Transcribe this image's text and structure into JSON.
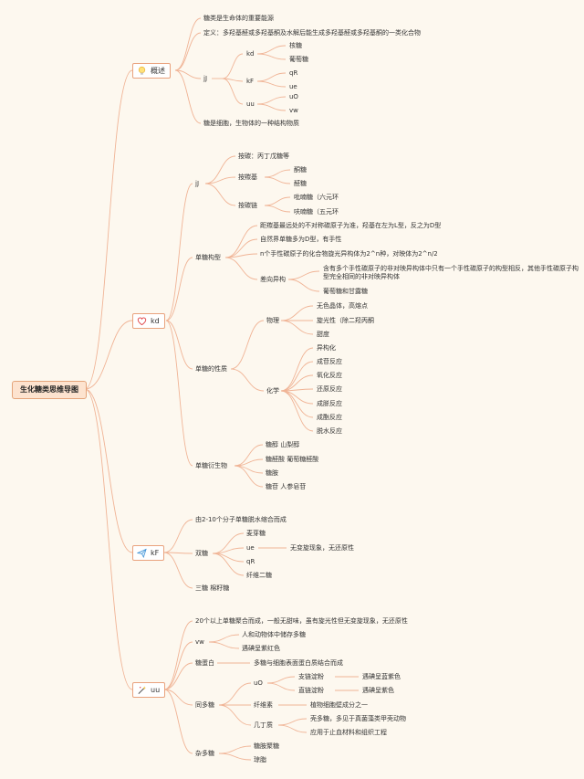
{
  "root": "生化糖类思维导图",
  "branches": {
    "overview": {
      "label": "概述",
      "items": {
        "i1": "糖类是生命体的重要能源",
        "i2": "定义：多羟基醛或多羟基酮及水解后能生成多羟基醛或多羟基酮的一类化合物",
        "cls": "jJ",
        "kd": "kd",
        "kd1": "核糖",
        "kd2": "葡萄糖",
        "kf": "kF",
        "kf1": "qR",
        "kf2": "ue",
        "uu": "uu",
        "uu1": "uO",
        "uu2": "vw",
        "i3": "糖是细胞，生物体的一种结构物质"
      }
    },
    "mono": {
      "label": "kd",
      "cls": "jJ",
      "c1": "按碳：丙丁戊糖等",
      "c2": "按羰基",
      "c2a": "酮糖",
      "c2b": "醛糖",
      "c3": "按碳链",
      "c3a": "吡喃糖（六元环",
      "c3b": "呋喃糖（五元环",
      "config": "单糖构型",
      "g1": "距羰基最远处的不对称碳原子为准，羟基在左为L型，反之为D型",
      "g2": "自然界单糖多为D型，有手性",
      "g3": "n个手性碳原子的化合物旋光异构体为2^n种，对映体为2^n/2",
      "g4": "差向异构",
      "g4a": "含有多个手性碳原子的非对映异构体中只有一个手性碳原子的构型相反，其他手性碳原子构型完全相同的非对映异构体",
      "g4b": "葡萄糖和甘露糖",
      "prop": "单糖的性质",
      "phys": "物理",
      "p1": "无色晶体，高熔点",
      "p2": "旋光性（除二羟丙酮",
      "p3": "甜度",
      "chem": "化学",
      "h1": "异构化",
      "h2": "成苷反应",
      "h3": "氧化反应",
      "h4": "还原反应",
      "h5": "成脎反应",
      "h6": "成酯反应",
      "h7": "脱水反应",
      "deriv": "单糖衍生物",
      "d1": "糖醇 山梨醇",
      "d2": "糖醛酸 葡萄糖醛酸",
      "d3": "糖胺",
      "d4": "糖苷 人参皂苷"
    },
    "oligo": {
      "label": "kF",
      "o1": "由2-10个分子单糖脱水缩合而成",
      "di": "双糖",
      "di1": "麦芽糖",
      "di2": "ue",
      "di2note": "无变旋现象，无还原性",
      "di3": "qR",
      "di4": "纤维二糖",
      "tri": "三糖 棉籽糖"
    },
    "poly": {
      "label": "uu",
      "q1": "20个以上单糖聚合而成，一般无甜味，虽有旋光性但无变旋现象，无还原性",
      "vw": "vw",
      "vw1": "人和动物体中储存多糖",
      "vw2": "遇碘呈紫红色",
      "gp": "糖蛋白",
      "gp1": "多糖与细胞表面蛋白质结合而成",
      "homo": "同多糖",
      "uo": "uO",
      "uo1": "支链淀粉",
      "uo1a": "遇碘呈蓝紫色",
      "uo2": "直链淀粉",
      "uo2a": "遇碘呈紫色",
      "cel": "纤维素",
      "cel1": "植物细胞壁成分之一",
      "chi": "几丁质",
      "chi1": "壳多糖，多见于真菌藻类甲壳动物",
      "chi2": "应用于止血材料和组织工程",
      "hetero": "杂多糖",
      "he1": "糖胺聚糖",
      "he2": "琼脂"
    }
  },
  "colors": {
    "line": "#f0b496",
    "box_border": "#e9a27d",
    "root_fill": "#fde3cf",
    "background": "#fdf8ef"
  }
}
